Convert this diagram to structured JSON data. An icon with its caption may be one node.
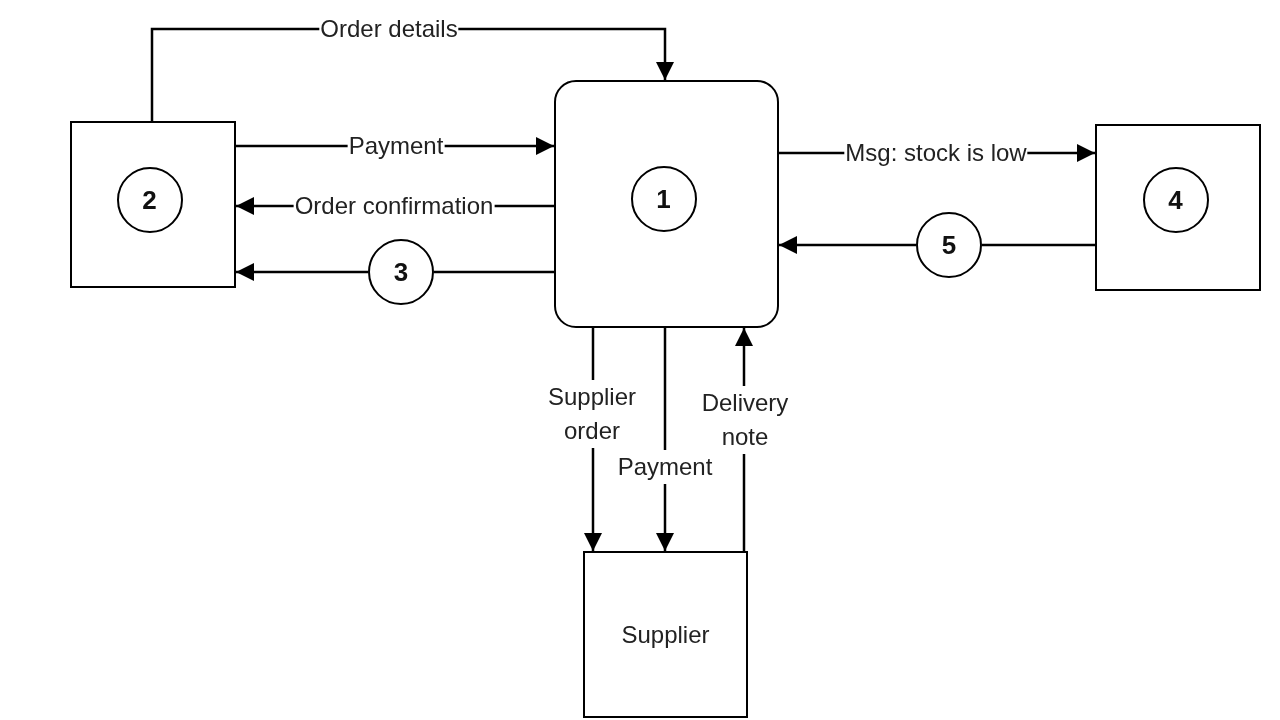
{
  "diagram": {
    "nodes": [
      {
        "text": [],
        "shape": "box"
      },
      {
        "text": [
          "2"
        ],
        "in": 0
      },
      {
        "text": [],
        "shape": "box"
      },
      {
        "text": [
          "1"
        ],
        "in": 2
      },
      {
        "text": [
          "3"
        ]
      },
      {
        "text": [],
        "shape": "box"
      },
      {
        "text": [
          "4"
        ],
        "in": 5
      },
      {
        "text": [
          "5"
        ]
      },
      {
        "text": [
          "Supplier"
        ]
      }
    ],
    "edges": [
      {
        "from": 0,
        "to": 2,
        "arrow": "to",
        "label": "Order details"
      },
      {
        "from": 0,
        "to": 2,
        "arrow": "to",
        "label": "Payment"
      },
      {
        "from": 2,
        "to": 0,
        "arrow": "to",
        "label": "Order confirmation"
      },
      {
        "from": 2,
        "to": 4,
        "arrow": "none"
      },
      {
        "from": 4,
        "to": 0,
        "arrow": "to"
      },
      {
        "from": 2,
        "to": 5,
        "arrow": "to",
        "label": "Msg: stock is low"
      },
      {
        "from": 5,
        "to": 7,
        "arrow": "none"
      },
      {
        "from": 7,
        "to": 2,
        "arrow": "to"
      },
      {
        "from": 2,
        "to": 8,
        "arrow": "to",
        "label": "Supplier order"
      },
      {
        "from": 2,
        "to": 8,
        "arrow": "to",
        "label": "Payment"
      },
      {
        "from": 8,
        "to": 2,
        "arrow": "to",
        "label": "Delivery note"
      }
    ]
  }
}
